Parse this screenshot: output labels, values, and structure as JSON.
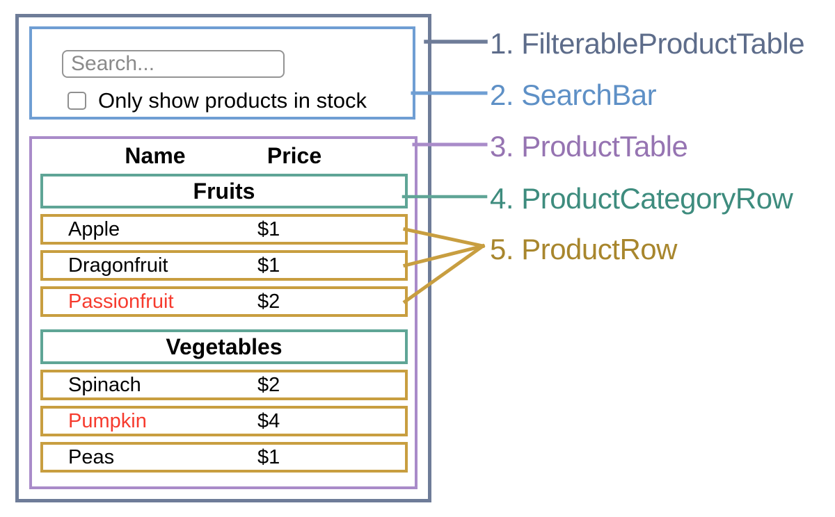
{
  "colors": {
    "slate_border": "#6e7c98",
    "blue_border": "#6f9ed3",
    "purple_border": "#a98bc9",
    "teal_border": "#5fa596",
    "gold_border": "#c89e40",
    "out_of_stock_red": "#f63b2e",
    "input_border_gray": "#949494",
    "placeholder_gray": "#8a8a8a"
  },
  "search_bar": {
    "placeholder": "Search...",
    "checkbox_label": "Only show products in stock",
    "checkbox_checked": false
  },
  "table": {
    "header": {
      "name": "Name",
      "price": "Price"
    },
    "sections": [
      {
        "category": "Fruits",
        "rows": [
          {
            "name": "Apple",
            "price": "$1",
            "out_of_stock": false
          },
          {
            "name": "Dragonfruit",
            "price": "$1",
            "out_of_stock": false
          },
          {
            "name": "Passionfruit",
            "price": "$2",
            "out_of_stock": true
          }
        ]
      },
      {
        "category": "Vegetables",
        "rows": [
          {
            "name": "Spinach",
            "price": "$2",
            "out_of_stock": false
          },
          {
            "name": "Pumpkin",
            "price": "$4",
            "out_of_stock": true
          },
          {
            "name": "Peas",
            "price": "$1",
            "out_of_stock": false
          }
        ]
      }
    ]
  },
  "legend": {
    "items": [
      {
        "label": "1. FilterableProductTable",
        "color": "#5d6c8a"
      },
      {
        "label": "2. SearchBar",
        "color": "#5e90c6"
      },
      {
        "label": "3. ProductTable",
        "color": "#9674b2"
      },
      {
        "label": "4. ProductCategoryRow",
        "color": "#3e8c7e"
      },
      {
        "label": "5. ProductRow",
        "color": "#a8862d"
      }
    ]
  }
}
